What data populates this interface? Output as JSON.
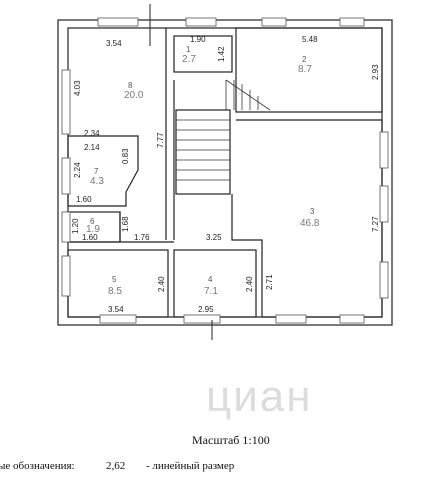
{
  "plan": {
    "rooms": [
      {
        "id": "room-1",
        "number": "1",
        "area": "2.7"
      },
      {
        "id": "room-2",
        "number": "2",
        "area": "8.7"
      },
      {
        "id": "room-3",
        "number": "3",
        "area": "46.8"
      },
      {
        "id": "room-4",
        "number": "4",
        "area": "7.1"
      },
      {
        "id": "room-5",
        "number": "5",
        "area": "8.5"
      },
      {
        "id": "room-6",
        "number": "6",
        "area": "1.9"
      },
      {
        "id": "room-7",
        "number": "7",
        "area": "4.3"
      },
      {
        "id": "room-8",
        "number": "8",
        "area": "20.0"
      }
    ],
    "dimensions": {
      "d_3_54_top": "3.54",
      "d_1_90": "1.90",
      "d_1_42": "1.42",
      "d_5_48": "5.48",
      "d_2_93": "2.93",
      "d_4_03": "4.03",
      "d_2_34": "2.34",
      "d_7_77": "7.77",
      "d_2_14": "2.14",
      "d_0_83": "0.83",
      "d_2_24": "2.24",
      "d_1_60_a": "1.60",
      "d_7_27": "7.27",
      "d_1_20": "1.20",
      "d_1_60_b": "1.60",
      "d_1_68": "1.68",
      "d_1_76": "1.76",
      "d_3_25": "3.25",
      "d_2_40_a": "2.40",
      "d_2_40_b": "2.40",
      "d_2_71": "2.71",
      "d_3_54_bottom": "3.54",
      "d_2_95": "2.95"
    }
  },
  "footer": {
    "scale_label": "Масштаб 1:100",
    "legend_label": "ые обозначения:",
    "legend_value": "2,62",
    "legend_desc": "- линейный размер"
  },
  "watermark": {
    "text": "циан"
  }
}
